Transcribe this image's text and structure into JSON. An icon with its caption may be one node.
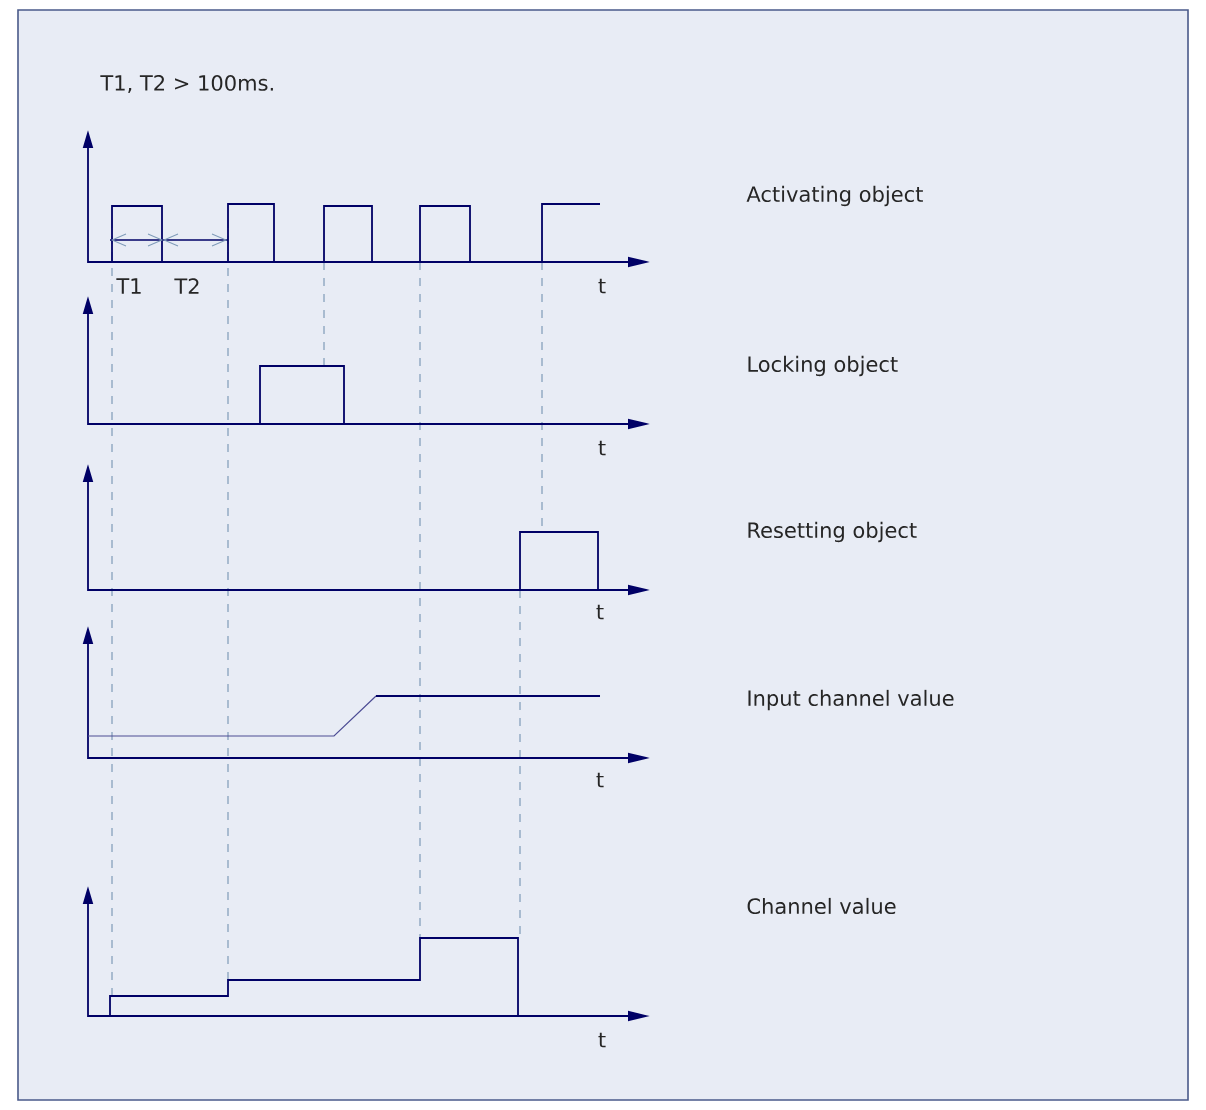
{
  "diagram": {
    "labels": [
      "T1, T2 > 100ms.",
      "Activating object",
      "T1",
      "T2",
      "t",
      "Locking object",
      "t",
      "Resetting object",
      "t",
      "Input channel value",
      "t",
      "Channel value",
      "t"
    ]
  }
}
